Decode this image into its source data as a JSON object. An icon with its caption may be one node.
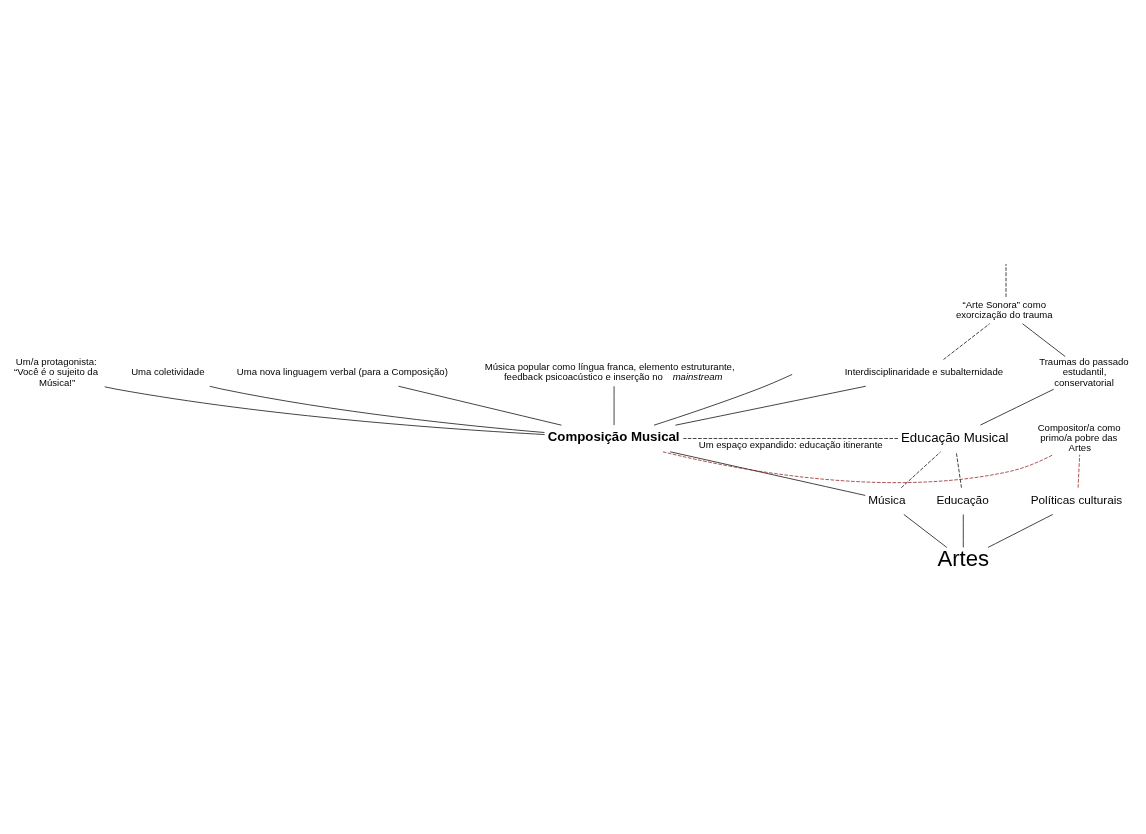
{
  "diagram": {
    "nodes": [
      {
        "text": [
          "Artes"
        ]
      },
      {
        "text": [
          "Música"
        ]
      },
      {
        "text": [
          "Educação"
        ]
      },
      {
        "text": [
          "Políticas culturais"
        ]
      },
      {
        "text": [
          "Composição Musical"
        ]
      },
      {
        "text": [
          "Educação Musical"
        ]
      },
      {
        "text": [
          "Compositor/a como primo/a pobre das Artes"
        ]
      },
      {
        "text": [
          "Traumas do passado estudantil, conservatorial"
        ]
      },
      {
        "text": [
          "“Arte Sonora” como exorcização do trauma"
        ]
      },
      {
        "text": [
          "Um/a protagonista: “Você é o sujeito da Música!”"
        ]
      },
      {
        "text": [
          "Uma coletividade"
        ]
      },
      {
        "text": [
          "Uma nova linguagem verbal (para a Composição)"
        ]
      },
      {
        "text": [
          "Música popular como língua franca, elemento estruturante, feedback psicoacústico e inserção no *mainstream*"
        ]
      },
      {
        "text": [
          "Interdisciplinaridade e subalternidade"
        ]
      }
    ],
    "edges": [
      {
        "from": 0,
        "to": 1,
        "arrow": "none"
      },
      {
        "from": 0,
        "to": 2,
        "arrow": "none"
      },
      {
        "from": 0,
        "to": 3,
        "arrow": "none"
      },
      {
        "from": 1,
        "to": 4,
        "arrow": "none"
      },
      {
        "from": 1,
        "to": 5,
        "arrow": "none",
        "style": "dashed"
      },
      {
        "from": 2,
        "to": 5,
        "arrow": "none",
        "style": "dashed"
      },
      {
        "from": 3,
        "to": 6,
        "arrow": "none",
        "style": "dashed",
        "color": "#8b1a1a"
      },
      {
        "from": 4,
        "to": 6,
        "arrow": "none",
        "style": "dashed",
        "color": "#8b1a1a"
      },
      {
        "from": 5,
        "to": 7,
        "arrow": "none"
      },
      {
        "from": 5,
        "to": 4,
        "arrow": "none",
        "style": "dashed",
        "label": "Um espaço expandido: educação itinerante"
      },
      {
        "from": 7,
        "to": 8,
        "arrow": "none"
      },
      {
        "from": 4,
        "to": 9,
        "arrow": "none"
      },
      {
        "from": 4,
        "to": 10,
        "arrow": "none"
      },
      {
        "from": 4,
        "to": 11,
        "arrow": "none"
      },
      {
        "from": 4,
        "to": 12,
        "arrow": "none"
      },
      {
        "from": 4,
        "to": null,
        "arrow": "none"
      },
      {
        "from": 4,
        "to": 13,
        "arrow": "none"
      },
      {
        "from": 13,
        "to": 8,
        "arrow": "none",
        "style": "dashed"
      },
      {
        "from": 8,
        "to": null,
        "arrow": "none",
        "style": "dashed"
      }
    ]
  }
}
